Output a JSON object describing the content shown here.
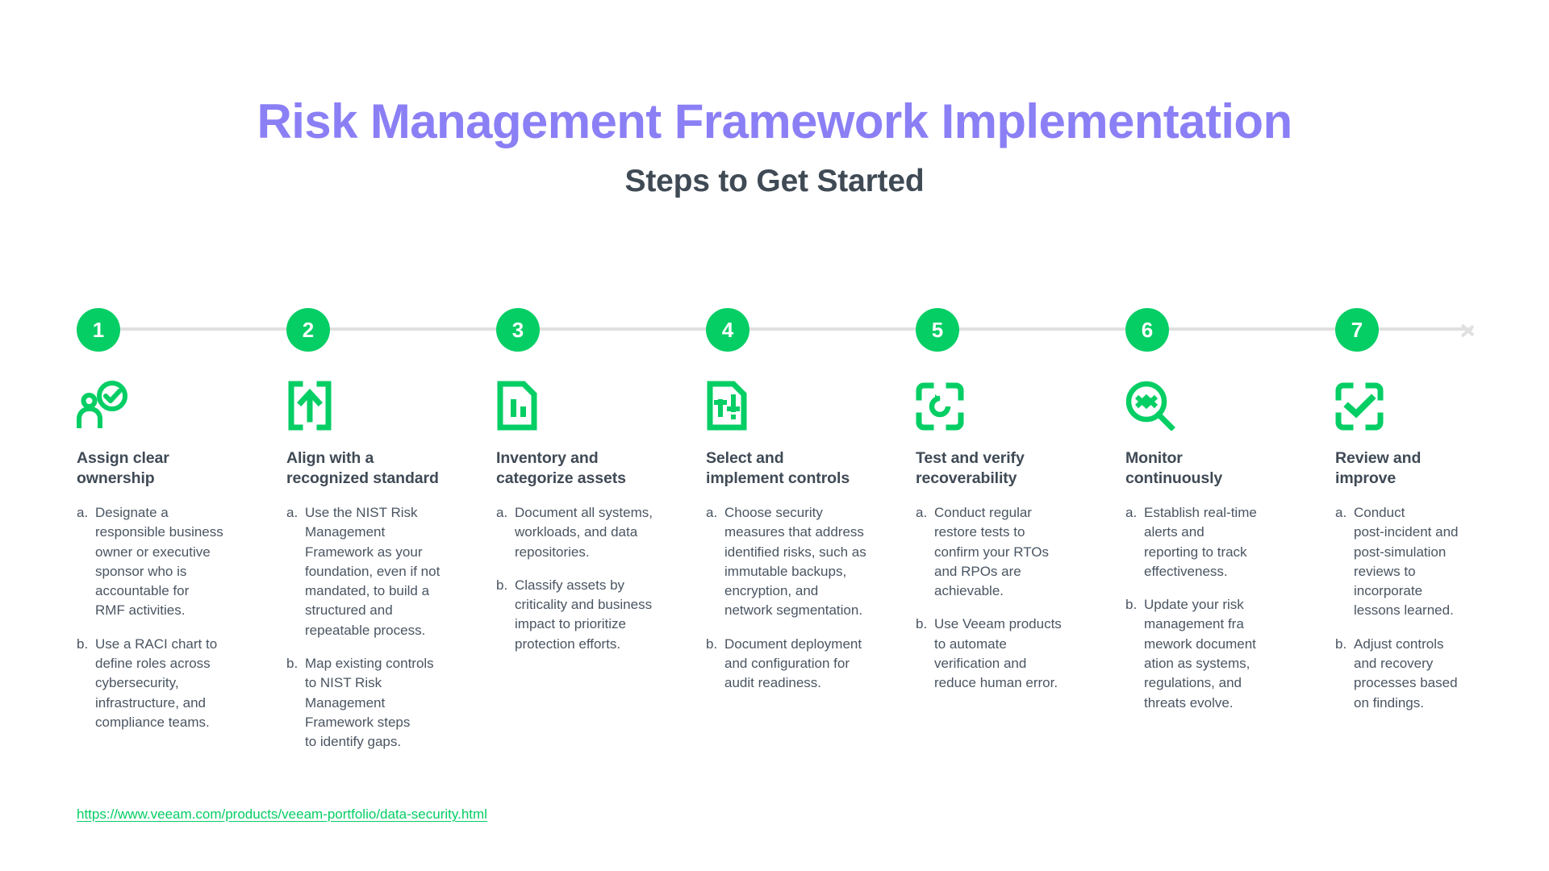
{
  "header": {
    "title": "Risk Management Framework Implementation",
    "subtitle": "Steps to Get Started"
  },
  "colors": {
    "title_purple": "#8B7FF5",
    "accent_green": "#05CE64",
    "body_text": "#4A5562",
    "heading_text": "#3F4A55",
    "timeline_gray": "#E0E0E0"
  },
  "steps": [
    {
      "number": "1",
      "icon": "person-check-icon",
      "title": "Assign clear\nownership",
      "bullets": [
        {
          "marker": "a.",
          "text": "Designate a\nresponsible business\nowner or executive\nsponsor who is\naccountable for\nRMF activities."
        },
        {
          "marker": "b.",
          "text": "Use a RACI chart to\ndefine roles across\ncybersecurity,\ninfrastructure, and\ncompliance teams."
        }
      ]
    },
    {
      "number": "2",
      "icon": "brackets-up-arrow-icon",
      "title": "Align with a\nrecognized standard",
      "bullets": [
        {
          "marker": "a.",
          "text": "Use the NIST Risk\nManagement\nFramework as your\nfoundation, even if not\nmandated, to build a\nstructured and\nrepeatable process."
        },
        {
          "marker": "b.",
          "text": "Map existing controls\nto NIST Risk\nManagement\nFramework steps\nto identify gaps."
        }
      ]
    },
    {
      "number": "3",
      "icon": "document-bar-chart-icon",
      "title": "Inventory and\ncategorize assets",
      "bullets": [
        {
          "marker": "a.",
          "text": "Document all systems,\nworkloads, and data\nrepositories."
        },
        {
          "marker": "b.",
          "text": "Classify assets by\ncriticality and business\nimpact to prioritize\nprotection efforts."
        }
      ]
    },
    {
      "number": "4",
      "icon": "document-sliders-icon",
      "title": "Select and\nimplement controls",
      "bullets": [
        {
          "marker": "a.",
          "text": "Choose security\nmeasures that address\nidentified risks, such as\nimmutable backups,\nencryption, and\nnetwork segmentation."
        },
        {
          "marker": "b.",
          "text": "Document deployment\nand configuration for\naudit readiness."
        }
      ]
    },
    {
      "number": "5",
      "icon": "restore-scan-icon",
      "title": "Test and verify\nrecoverability",
      "bullets": [
        {
          "marker": "a.",
          "text": "Conduct regular\nrestore tests to\nconfirm your RTOs\nand RPOs are\nachievable."
        },
        {
          "marker": "b.",
          "text": "Use Veeam products\nto automate\nverification and\nreduce human error."
        }
      ]
    },
    {
      "number": "6",
      "icon": "magnifier-monitor-icon",
      "title": "Monitor\ncontinuously",
      "bullets": [
        {
          "marker": "a.",
          "text": "Establish real-time\nalerts and\nreporting to track\neffectiveness."
        },
        {
          "marker": "b.",
          "text": "Update your risk\nmanagement fra\nmework document\nation as systems,\nregulations, and\nthreats evolve."
        }
      ]
    },
    {
      "number": "7",
      "icon": "check-scan-icon",
      "title": "Review and\nimprove",
      "bullets": [
        {
          "marker": "a.",
          "text": "Conduct\npost-incident and\npost-simulation\nreviews to\nincorporate\nlessons learned."
        },
        {
          "marker": "b.",
          "text": "Adjust controls\nand recovery\nprocesses based\non findings."
        }
      ]
    }
  ],
  "footer": {
    "link_text": "https://www.veeam.com/products/veeam-portfolio/data-security.html"
  }
}
